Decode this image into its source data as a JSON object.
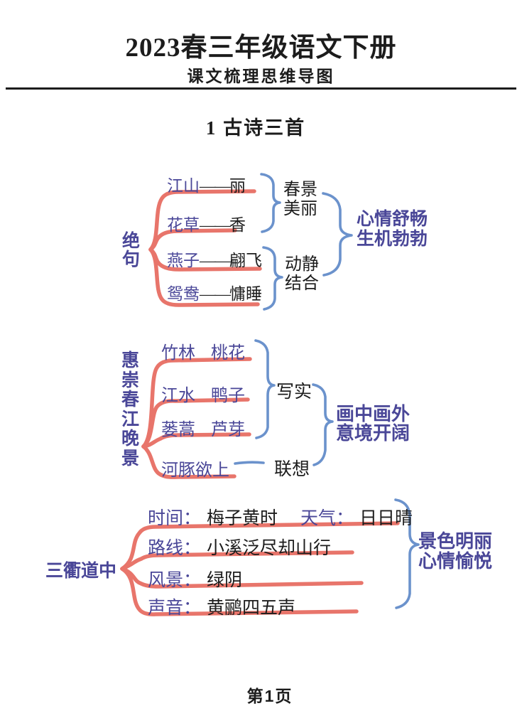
{
  "page": {
    "title": "2023春三年级语文下册",
    "subtitle": "课文梳理思维导图",
    "lesson_title": "1  古诗三首",
    "page_number": "第1页"
  },
  "colors": {
    "text_black": "#1c1c1c",
    "indigo": "#4a4798",
    "branch_red": "#e8756b",
    "brace_blue": "#6b92cc"
  },
  "mindmap": {
    "sections": [
      {
        "label": "绝句",
        "items": [
          {
            "term": "江山",
            "dash": "——",
            "value": "丽"
          },
          {
            "term": "花草",
            "dash": "——",
            "value": "香"
          },
          {
            "term": "燕子",
            "dash": "——",
            "value": "翩飞"
          },
          {
            "term": "鸳鸯",
            "dash": "——",
            "value": "慵睡"
          }
        ],
        "groups": [
          {
            "line1": "春景",
            "line2": "美丽"
          },
          {
            "line1": "动静",
            "line2": "结合"
          }
        ],
        "summary": {
          "line1": "心情舒畅",
          "line2": "生机勃勃"
        }
      },
      {
        "label": "惠崇春江晚景",
        "items": [
          {
            "term": "竹林",
            "term2": "桃花"
          },
          {
            "term": "江水",
            "term2": "鸭子"
          },
          {
            "term": "蒌蒿",
            "term2": "芦芽"
          },
          {
            "term": "河豚欲上"
          }
        ],
        "groups": [
          {
            "label": "写实"
          },
          {
            "label": "联想"
          }
        ],
        "summary": {
          "line1": "画中画外",
          "line2": "意境开阔"
        }
      },
      {
        "label": "三衢道中",
        "items": [
          {
            "label": "时间：",
            "value": "梅子黄时",
            "label2": "天气：",
            "value2": "日日晴"
          },
          {
            "label": "路线：",
            "value": "小溪泛尽却山行"
          },
          {
            "label": "风景：",
            "value": "绿阴"
          },
          {
            "label": "声音：",
            "value": "黄鹂四五声"
          }
        ],
        "summary": {
          "line1": "景色明丽",
          "line2": "心情愉悦"
        }
      }
    ]
  }
}
